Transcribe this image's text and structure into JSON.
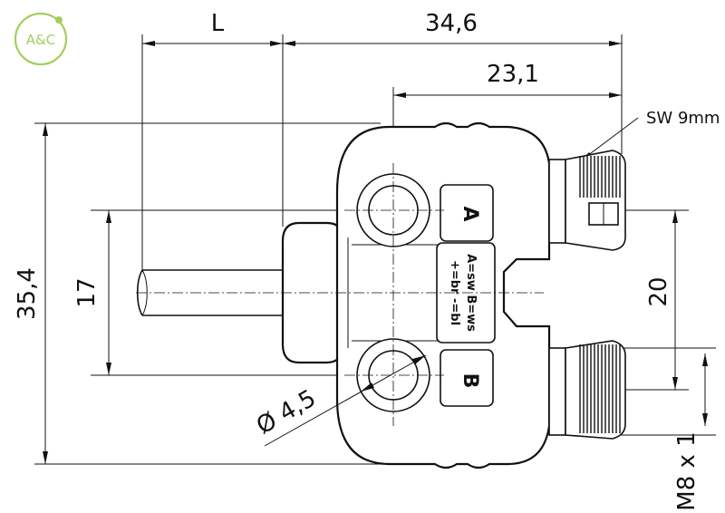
{
  "logo": {
    "text": "A&C"
  },
  "dimensions": {
    "cable_length": "L",
    "overall_length": "34,6",
    "housing_length": "23,1",
    "wrench_size": "SW 9mm",
    "overall_height": "35,4",
    "port_spacing": "17",
    "connector_spacing": "20",
    "mount_hole_diameter": "Ø 4,5",
    "thread": "M8 x 1"
  },
  "port_labels": {
    "a": "A",
    "b": "B"
  },
  "wiring_label": {
    "line1": "A=sw  B=ws",
    "line2": "+=br  -=bl"
  }
}
